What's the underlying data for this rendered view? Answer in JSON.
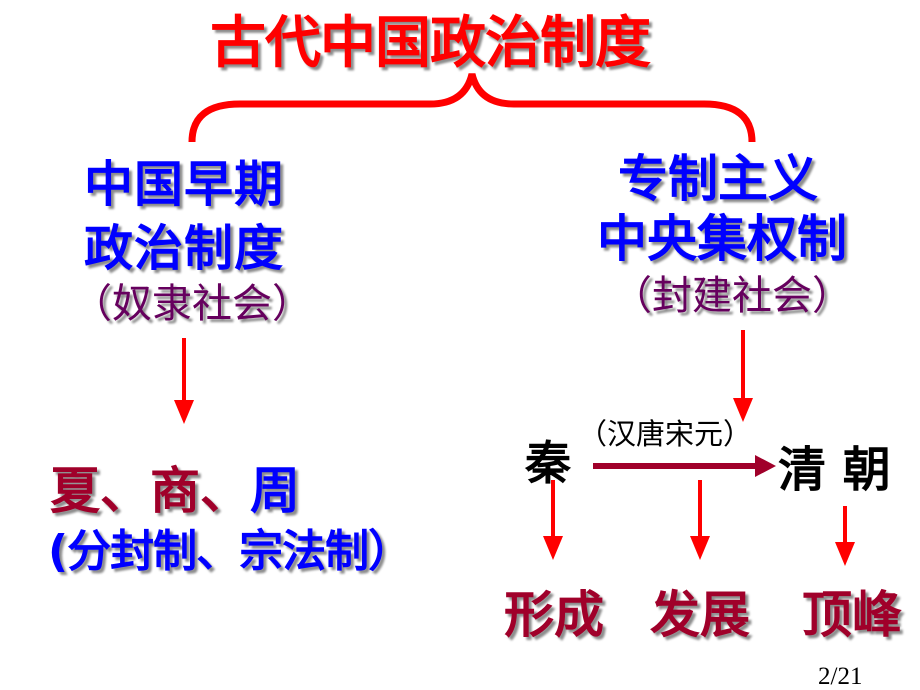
{
  "title": "古代中国政治制度",
  "left": {
    "heading_line1": "中国早期",
    "heading_line2": "政治制度",
    "society": "（奴隶社会）",
    "dynasties_red": "夏、商、",
    "dynasties_blue": "周",
    "systems": "(分封制、宗法制）"
  },
  "right": {
    "heading_line1": "专制主义",
    "heading_line2": "中央集权制",
    "society": "（封建社会）",
    "start": "秦",
    "middle": "（汉唐宋元）",
    "end": "清 朝",
    "stages": [
      "形成",
      "发展",
      "顶峰"
    ]
  },
  "page_number": "2/21",
  "colors": {
    "title": "#ff0000",
    "heading": "#0000ff",
    "society": "#66005e",
    "stage": "#a0002a",
    "arrow": "#ff0000",
    "timeline_arrow": "#a0002a"
  }
}
